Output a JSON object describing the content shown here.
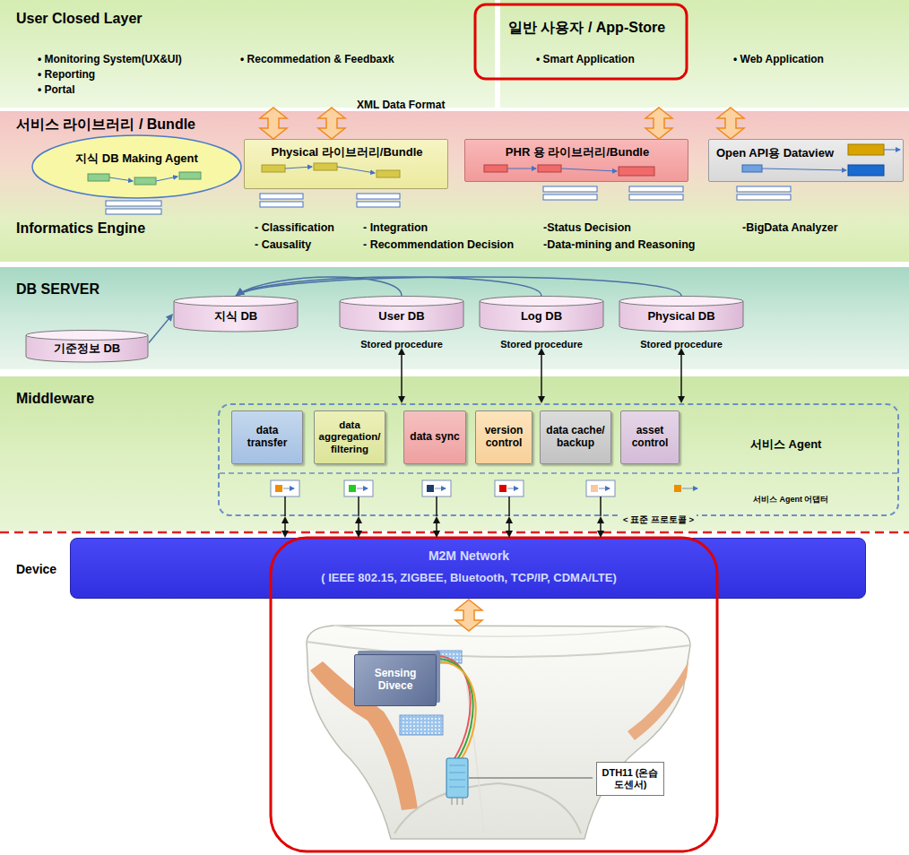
{
  "diagram": {
    "nodes": [
      {
        "text": [
          "User Closed Layer",
          "• Monitoring System(UX&UI)",
          "• Reporting",
          "• Portal",
          "• Recommedation & Feedbaxk"
        ]
      },
      {
        "text": [
          "일반 사용자 / App-Store",
          "• Smart Application",
          "• Web Application"
        ]
      },
      {
        "text": [
          "서비스 라이브러리 / Bundle",
          "Informatics Engine",
          "- Classification",
          "- Causality",
          "- Integration",
          "- Recommendation Decision",
          "-Status Decision",
          "-Data-mining and Reasoning",
          "-BigData Analyzer"
        ]
      },
      {
        "text": [
          "지식 DB Making Agent"
        ],
        "in": 2
      },
      {
        "text": [
          "Physical 라이브러리/Bundle"
        ],
        "in": 2
      },
      {
        "text": [
          "PHR 용 라이브러리/Bundle"
        ],
        "in": 2
      },
      {
        "text": [
          "Open API용 Dataview"
        ],
        "in": 2
      },
      {
        "text": [
          "DB SERVER"
        ]
      },
      {
        "text": [
          "지식 DB"
        ],
        "in": 7
      },
      {
        "text": [
          "User DB",
          "Stored procedure"
        ],
        "in": 7
      },
      {
        "text": [
          "Log DB",
          "Stored procedure"
        ],
        "in": 7
      },
      {
        "text": [
          "Physical DB",
          "Stored procedure"
        ],
        "in": 7
      },
      {
        "text": [
          "기준정보 DB"
        ],
        "in": 7
      },
      {
        "text": [
          "Middleware"
        ]
      },
      {
        "text": [
          "서비스 Agent",
          "서비스 Agent 어댑터",
          "< 표준 프로토콜 >"
        ],
        "in": 13
      },
      {
        "text": [
          "data transfer"
        ],
        "in": 14
      },
      {
        "text": [
          "data aggregation/ filtering"
        ],
        "in": 14
      },
      {
        "text": [
          "data sync"
        ],
        "in": 14
      },
      {
        "text": [
          "version control"
        ],
        "in": 14
      },
      {
        "text": [
          "data cache/ backup"
        ],
        "in": 14
      },
      {
        "text": [
          "asset control"
        ],
        "in": 14
      },
      {
        "text": [
          "M2M Network",
          "( IEEE 802.15, ZIGBEE, Bluetooth, TCP/IP, CDMA/LTE)"
        ]
      },
      {
        "text": [
          "Sensing Divece"
        ]
      },
      {
        "text": [
          "DTH11 (온습도센서)"
        ]
      }
    ],
    "edges": [
      {
        "from": 0,
        "to": 4,
        "arrow": "both"
      },
      {
        "from": 0,
        "to": 4,
        "arrow": "both",
        "label": "XML Data Format"
      },
      {
        "from": 1,
        "to": 5,
        "arrow": "both"
      },
      {
        "from": 1,
        "to": 6,
        "arrow": "both"
      },
      {
        "from": 12,
        "to": 8,
        "arrow": "to"
      },
      {
        "from": 9,
        "to": 8,
        "arrow": "to"
      },
      {
        "from": 10,
        "to": 8,
        "arrow": "to"
      },
      {
        "from": 11,
        "to": 8,
        "arrow": "to"
      },
      {
        "from": 9,
        "to": 14,
        "arrow": "both"
      },
      {
        "from": 10,
        "to": 14,
        "arrow": "both"
      },
      {
        "from": 11,
        "to": 14,
        "arrow": "both"
      },
      {
        "from": 14,
        "to": 21,
        "arrow": "both"
      },
      {
        "from": 14,
        "to": 21,
        "arrow": "both"
      },
      {
        "from": 14,
        "to": 21,
        "arrow": "both"
      },
      {
        "from": 14,
        "to": 21,
        "arrow": "both"
      },
      {
        "from": 14,
        "to": 21,
        "arrow": "both"
      }
    ],
    "labels": [
      "Device"
    ]
  }
}
